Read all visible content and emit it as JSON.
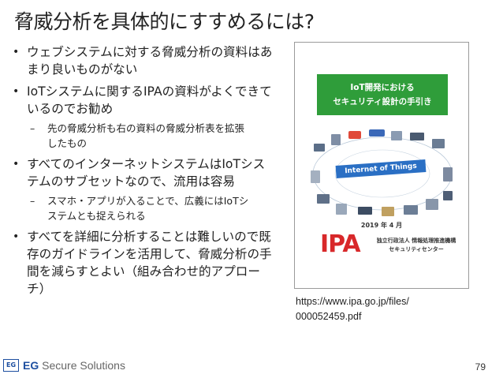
{
  "slide": {
    "title": "脅威分析を具体的にすすめるには?",
    "bullets": [
      {
        "text": "ウェブシステムに対する脅威分析の資料はあまり良いものがない",
        "subs": []
      },
      {
        "text": "IoTシステムに関するIPAの資料がよくできているのでお勧め",
        "subs": [
          "先の脅威分析も右の資料の脅威分析表を拡張したもの"
        ]
      },
      {
        "text": "すべてのインターネットシステムはIoTシステムのサブセットなので、流用は容易",
        "subs": [
          "スマホ・アプリが入ることで、広義にはIoTシステムとも捉えられる"
        ]
      },
      {
        "text": "すべてを詳細に分析することは難しいので既存のガイドラインを活用して、脅威分析の手間を減らすとよい（組み合わせ的アプローチ）",
        "subs": []
      }
    ],
    "bullet_glyph": "•",
    "sub_glyph": "–"
  },
  "cover": {
    "banner_line1": "IoT開発における",
    "banner_line2": "セキュリティ設計の手引き",
    "iot_label": "Internet of Things",
    "date": "2019 年 4 月",
    "logo": "IPA",
    "org_line1": "独立行政法人 情報処理推進機構",
    "org_line2": "セキュリティセンター"
  },
  "url": {
    "line1": "https://www.ipa.go.jp/files/",
    "line2": "000052459.pdf"
  },
  "footer": {
    "logo_mark": "EG",
    "company_bold": "EG",
    "company_rest": " Secure Solutions",
    "page_number": "79"
  },
  "colors": {
    "banner_green": "#2f9d3a",
    "iot_blue": "#2a6fc4",
    "ipa_red": "#d8282a",
    "brand_blue": "#1e4fa0"
  }
}
